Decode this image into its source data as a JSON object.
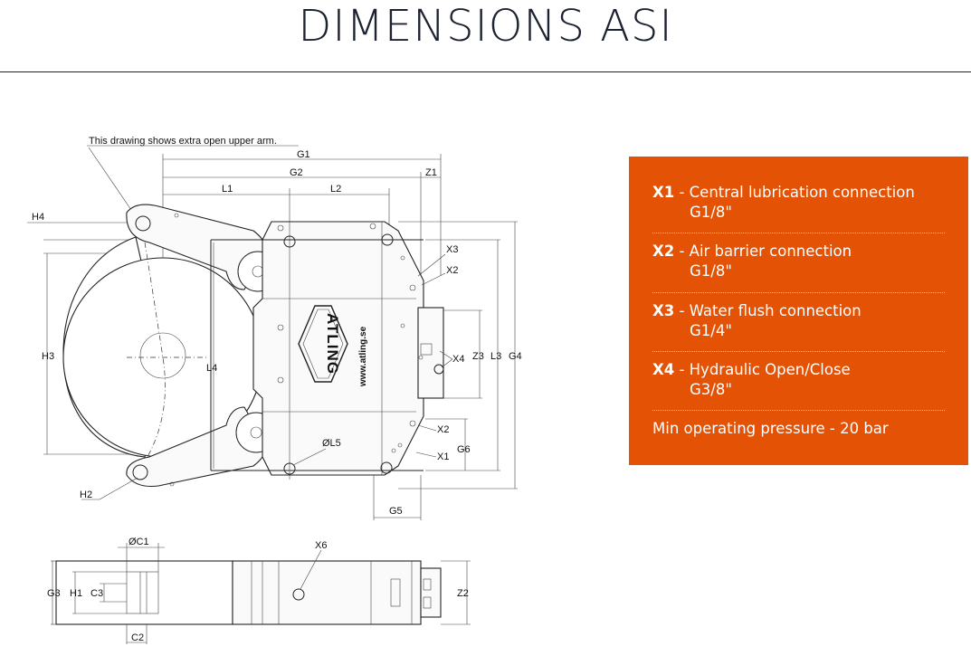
{
  "page_title": "DIMENSIONS ASI",
  "drawing": {
    "note": "This drawing shows extra open upper arm.",
    "logo_text": "ATLING",
    "website": "www.atling.se",
    "labels": {
      "G1": "G1",
      "G2": "G2",
      "Z1": "Z1",
      "L1": "L1",
      "L2": "L2",
      "H4": "H4",
      "H3": "H3",
      "L4": "L4",
      "X3": "X3",
      "X2a": "X2",
      "X4": "X4",
      "Z3": "Z3",
      "L3": "L3",
      "G4": "G4",
      "X2b": "X2",
      "X1": "X1",
      "G6": "G6",
      "L5": "ØL5",
      "G5": "G5",
      "H2": "H2",
      "C1": "ØC1",
      "X6": "X6",
      "G3": "G3",
      "H1": "H1",
      "C3": "C3",
      "Z2": "Z2",
      "C2": "C2"
    }
  },
  "connections": [
    {
      "code": "X1",
      "description": "- Central lubrication connection",
      "size": "G1/8\""
    },
    {
      "code": "X2",
      "description": "- Air barrier connection",
      "size": "G1/8\""
    },
    {
      "code": "X3",
      "description": "- Water flush connection",
      "size": "G1/4\""
    },
    {
      "code": "X4",
      "description": "- Hydraulic Open/Close",
      "size": "G3/8\""
    }
  ],
  "min_pressure": "Min operating pressure - 20 bar",
  "colors": {
    "panel": "#e35205",
    "title": "#1c2230"
  }
}
